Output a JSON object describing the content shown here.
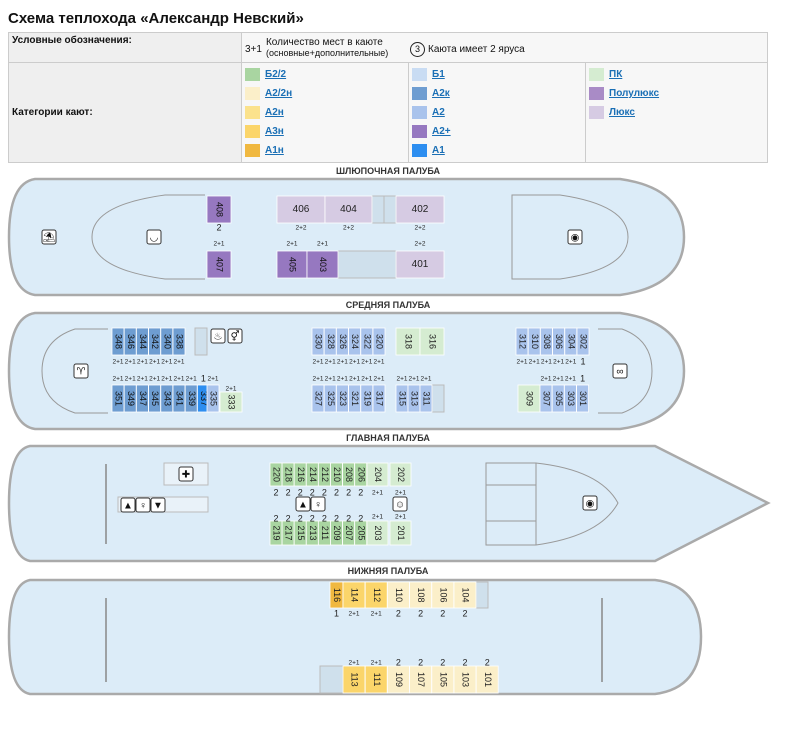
{
  "page": {
    "title": "Схема теплохода «Александр Невский»"
  },
  "legend": {
    "heading": "Условные обозначения:",
    "places_example": "3+1",
    "places_text": "Количество мест в каюте",
    "places_sub": "(основные+дополнительные)",
    "tier_example": "3",
    "tier_text": "Каюта имеет 2 яруса",
    "categories_label": "Категории кают:",
    "categories": [
      {
        "label": "Б2/2",
        "color": "#a9d5a1"
      },
      {
        "label": "Б1",
        "color": "#c9dcf3"
      },
      {
        "label": "ПК",
        "color": "#d5ecd1"
      },
      {
        "label": "А2/2н",
        "color": "#fbefc9"
      },
      {
        "label": "А2к",
        "color": "#6e9dd1"
      },
      {
        "label": "Полулюкс",
        "color": "#a98bc6"
      },
      {
        "label": "А2н",
        "color": "#fbe28c"
      },
      {
        "label": "А2",
        "color": "#a9c3ec"
      },
      {
        "label": "Люкс",
        "color": "#d6cbe3"
      },
      {
        "label": "А3н",
        "color": "#fbd56a"
      },
      {
        "label": "А2+",
        "color": "#9678c0"
      },
      {
        "label": "А1н",
        "color": "#f0b840"
      },
      {
        "label": "А1",
        "color": "#2d8ef0"
      }
    ]
  },
  "decks": {
    "boat": {
      "name": "ШЛЮПОЧНАЯ ПАЛУБА",
      "cabins": [
        {
          "n": "408",
          "cat": "А2+",
          "places": "2"
        },
        {
          "n": "407",
          "cat": "А2+",
          "places": "2+1"
        },
        {
          "n": "406",
          "cat": "Люкс",
          "places": "2+2"
        },
        {
          "n": "404",
          "cat": "Люкс",
          "places": "2+2"
        },
        {
          "n": "402",
          "cat": "Люкс",
          "places": "2+2"
        },
        {
          "n": "405",
          "cat": "А2+",
          "places": "2+1"
        },
        {
          "n": "403",
          "cat": "А2+",
          "places": "2+1"
        },
        {
          "n": "401",
          "cat": "Люкс",
          "places": "2+2"
        }
      ]
    },
    "middle": {
      "name": "СРЕДНЯЯ ПАЛУБА",
      "cabins": [
        {
          "n": "348",
          "cat": "А2к",
          "places": "2+1"
        },
        {
          "n": "346",
          "cat": "А2к",
          "places": "2+1"
        },
        {
          "n": "344",
          "cat": "А2к",
          "places": "2+1"
        },
        {
          "n": "342",
          "cat": "А2к",
          "places": "2+1"
        },
        {
          "n": "340",
          "cat": "А2к",
          "places": "2+1"
        },
        {
          "n": "338",
          "cat": "А2к",
          "places": "2+1"
        },
        {
          "n": "351",
          "cat": "А2к",
          "places": "2+1"
        },
        {
          "n": "349",
          "cat": "А2к",
          "places": "2+1"
        },
        {
          "n": "347",
          "cat": "А2к",
          "places": "2+1"
        },
        {
          "n": "345",
          "cat": "А2к",
          "places": "2+1"
        },
        {
          "n": "343",
          "cat": "А2к",
          "places": "2+1"
        },
        {
          "n": "341",
          "cat": "А2к",
          "places": "2+1"
        },
        {
          "n": "339",
          "cat": "А2к",
          "places": "2+1"
        },
        {
          "n": "337",
          "cat": "А1",
          "places": "1"
        },
        {
          "n": "335",
          "cat": "А2",
          "places": "2+1"
        },
        {
          "n": "333",
          "cat": "ПК",
          "places": "2+1"
        },
        {
          "n": "330",
          "cat": "А2",
          "places": "2+1"
        },
        {
          "n": "328",
          "cat": "А2",
          "places": "2+1"
        },
        {
          "n": "326",
          "cat": "А2",
          "places": "2+1"
        },
        {
          "n": "324",
          "cat": "А2",
          "places": "2+1"
        },
        {
          "n": "322",
          "cat": "А2",
          "places": "2+1"
        },
        {
          "n": "320",
          "cat": "А2",
          "places": "2+1"
        },
        {
          "n": "318",
          "cat": "ПК",
          "places": ""
        },
        {
          "n": "316",
          "cat": "ПК",
          "places": ""
        },
        {
          "n": "327",
          "cat": "А2",
          "places": "2+1"
        },
        {
          "n": "325",
          "cat": "А2",
          "places": "2+1"
        },
        {
          "n": "323",
          "cat": "А2",
          "places": "2+1"
        },
        {
          "n": "321",
          "cat": "А2",
          "places": "2+1"
        },
        {
          "n": "319",
          "cat": "А2",
          "places": "2+1"
        },
        {
          "n": "317",
          "cat": "А2",
          "places": "2+1"
        },
        {
          "n": "315",
          "cat": "А2",
          "places": "2+1"
        },
        {
          "n": "313",
          "cat": "А2",
          "places": "2+1"
        },
        {
          "n": "311",
          "cat": "А2",
          "places": "2+1"
        },
        {
          "n": "312",
          "cat": "А2",
          "places": "2+1"
        },
        {
          "n": "310",
          "cat": "А2",
          "places": "2+1"
        },
        {
          "n": "308",
          "cat": "А2",
          "places": "2+1"
        },
        {
          "n": "306",
          "cat": "А2",
          "places": "2+1"
        },
        {
          "n": "304",
          "cat": "А2",
          "places": "2+1"
        },
        {
          "n": "302",
          "cat": "А2",
          "places": "1"
        },
        {
          "n": "309",
          "cat": "ПК",
          "places": "2+1"
        },
        {
          "n": "307",
          "cat": "А2",
          "places": "2+1"
        },
        {
          "n": "305",
          "cat": "А2",
          "places": "2+1"
        },
        {
          "n": "303",
          "cat": "А2",
          "places": "2+1"
        },
        {
          "n": "301",
          "cat": "А2",
          "places": "1"
        }
      ]
    },
    "main": {
      "name": "ГЛАВНАЯ ПАЛУБА",
      "cabins": [
        {
          "n": "220",
          "cat": "Б2/2",
          "places": "2"
        },
        {
          "n": "218",
          "cat": "Б2/2",
          "places": "2"
        },
        {
          "n": "216",
          "cat": "Б2/2",
          "places": "2"
        },
        {
          "n": "214",
          "cat": "Б2/2",
          "places": "2"
        },
        {
          "n": "212",
          "cat": "Б2/2",
          "places": "2"
        },
        {
          "n": "210",
          "cat": "Б2/2",
          "places": "2"
        },
        {
          "n": "208",
          "cat": "Б2/2",
          "places": "2"
        },
        {
          "n": "206",
          "cat": "Б2/2",
          "places": "2"
        },
        {
          "n": "204",
          "cat": "ПК",
          "places": "2+1"
        },
        {
          "n": "202",
          "cat": "ПК",
          "places": "2+1"
        },
        {
          "n": "219",
          "cat": "Б2/2",
          "places": "2"
        },
        {
          "n": "217",
          "cat": "Б2/2",
          "places": "2"
        },
        {
          "n": "215",
          "cat": "Б2/2",
          "places": "2"
        },
        {
          "n": "213",
          "cat": "Б2/2",
          "places": "2"
        },
        {
          "n": "211",
          "cat": "Б2/2",
          "places": "2"
        },
        {
          "n": "209",
          "cat": "Б2/2",
          "places": "2"
        },
        {
          "n": "207",
          "cat": "Б2/2",
          "places": "2"
        },
        {
          "n": "205",
          "cat": "Б2/2",
          "places": "2"
        },
        {
          "n": "203",
          "cat": "ПК",
          "places": "2+1"
        },
        {
          "n": "201",
          "cat": "ПК",
          "places": "2+1"
        }
      ]
    },
    "lower": {
      "name": "НИЖНЯЯ ПАЛУБА",
      "cabins": [
        {
          "n": "116",
          "cat": "А1н",
          "places": "1"
        },
        {
          "n": "114",
          "cat": "А3н",
          "places": "2+1"
        },
        {
          "n": "112",
          "cat": "А3н",
          "places": "2+1"
        },
        {
          "n": "110",
          "cat": "А2/2н",
          "places": "2"
        },
        {
          "n": "108",
          "cat": "А2/2н",
          "places": "2"
        },
        {
          "n": "106",
          "cat": "А2/2н",
          "places": "2"
        },
        {
          "n": "104",
          "cat": "А2/2н",
          "places": "2"
        },
        {
          "n": "113",
          "cat": "А3н",
          "places": "2+1"
        },
        {
          "n": "111",
          "cat": "А3н",
          "places": "2+1"
        },
        {
          "n": "109",
          "cat": "А2/2н",
          "places": "2"
        },
        {
          "n": "107",
          "cat": "А2/2н",
          "places": "2"
        },
        {
          "n": "105",
          "cat": "А2/2н",
          "places": "2"
        },
        {
          "n": "103",
          "cat": "А2/2н",
          "places": "2"
        },
        {
          "n": "101",
          "cat": "А2/2н",
          "places": "2"
        }
      ]
    }
  },
  "icons": {
    "boat": [
      "sunbed-icon",
      "headphones-icon",
      "restaurant-icon"
    ],
    "middle": [
      "bar-icon",
      "shower-icon",
      "toilet-icon",
      "binoculars-icon"
    ],
    "main": [
      "medical-icon",
      "toilet-icon",
      "toilet-icon",
      "toilet-icon",
      "reception-icon",
      "restaurant-icon"
    ]
  }
}
